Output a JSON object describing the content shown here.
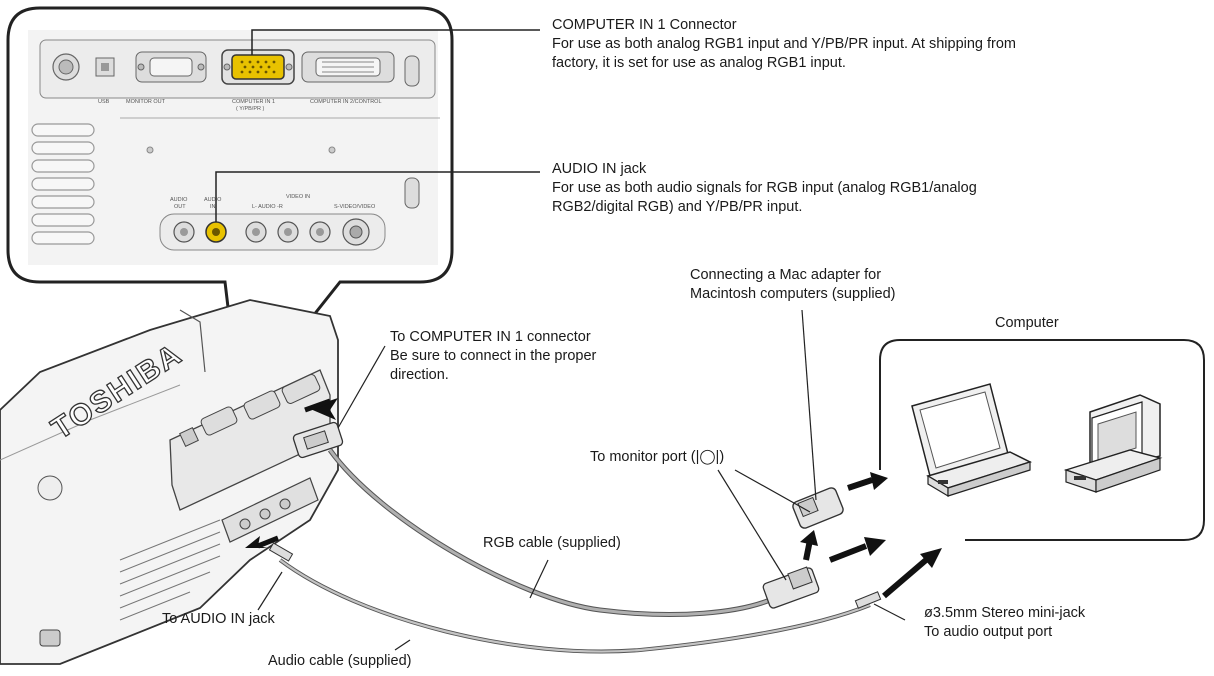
{
  "callouts": {
    "computer_in1": {
      "title": "COMPUTER IN 1 Connector",
      "line1": "For use as both analog RGB1 input and Y/PB/PR input. At shipping from",
      "line2": "factory, it is set for use as analog RGB1 input."
    },
    "audio_in": {
      "title": "AUDIO IN jack",
      "line1": "For use as both audio signals for RGB input (analog RGB1/analog",
      "line2": "RGB2/digital RGB) and Y/PB/PR input."
    },
    "mac_adapter": {
      "line1": "Connecting a Mac adapter for",
      "line2": "Macintosh computers (supplied)"
    },
    "computer_box": {
      "label": "Computer"
    },
    "to_computer_in1": {
      "line1": "To COMPUTER IN 1 connector",
      "line2": "Be sure to connect in the proper",
      "line3": "direction."
    },
    "monitor_port": {
      "label": "To monitor port (|◯|)"
    },
    "rgb_cable": {
      "label": "RGB cable (supplied)"
    },
    "to_audio_in": {
      "label": "To AUDIO IN jack"
    },
    "audio_cable": {
      "label": "Audio cable (supplied)"
    },
    "minijack": {
      "line1": "ø3.5mm Stereo mini-jack",
      "line2": "To audio output port"
    }
  },
  "panel_labels": {
    "usb": "USB",
    "monitor_out": "MONITOR OUT",
    "computer_in1_l1": "COMPUTER IN 1",
    "computer_in1_l2": "( Y/PB/PR )",
    "computer_in2": "COMPUTER IN 2/CONTROL",
    "audio_out_l1": "AUDIO",
    "audio_out_l2": "OUT",
    "audio_in_l1": "AUDIO",
    "audio_in_l2": "IN",
    "video_in": "VIDEO IN",
    "l_audio_r": "L- AUDIO -R",
    "s_video": "S-VIDEO/VIDEO"
  },
  "brand": "TOSHIBA",
  "colors": {
    "highlight": "#e8c200",
    "outline": "#222222",
    "body_gray": "#e6e6e6",
    "cable_gray": "#b0b0b0"
  }
}
